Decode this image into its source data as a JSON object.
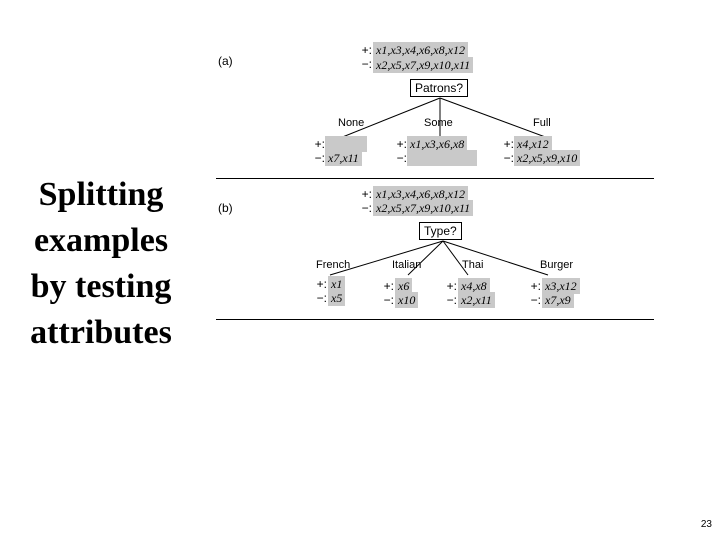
{
  "slide": {
    "title_lines": [
      "Splitting",
      "examples",
      "by testing",
      "attributes"
    ],
    "page_number": "23"
  },
  "panel_a": {
    "label": "(a)",
    "root_pos": "x1,x3,x4,x6,x8,x12",
    "root_neg": "x2,x5,x7,x9,x10,x11",
    "node": "Patrons?",
    "branches": [
      {
        "label": "None",
        "pos": "",
        "neg": "x7,x11"
      },
      {
        "label": "Some",
        "pos": "x1,x3,x6,x8",
        "neg": ""
      },
      {
        "label": "Full",
        "pos": "x4,x12",
        "neg": "x2,x5,x9,x10"
      }
    ]
  },
  "panel_b": {
    "label": "(b)",
    "root_pos": "x1,x3,x4,x6,x8,x12",
    "root_neg": "x2,x5,x7,x9,x10,x11",
    "node": "Type?",
    "branches": [
      {
        "label": "French",
        "pos": "x1",
        "neg": "x5"
      },
      {
        "label": "Italian",
        "pos": "x6",
        "neg": "x10"
      },
      {
        "label": "Thai",
        "pos": "x4,x8",
        "neg": "x2,x11"
      },
      {
        "label": "Burger",
        "pos": "x3,x12",
        "neg": "x7,x9"
      }
    ]
  },
  "signs": {
    "pos": "+:",
    "neg": "−:"
  }
}
